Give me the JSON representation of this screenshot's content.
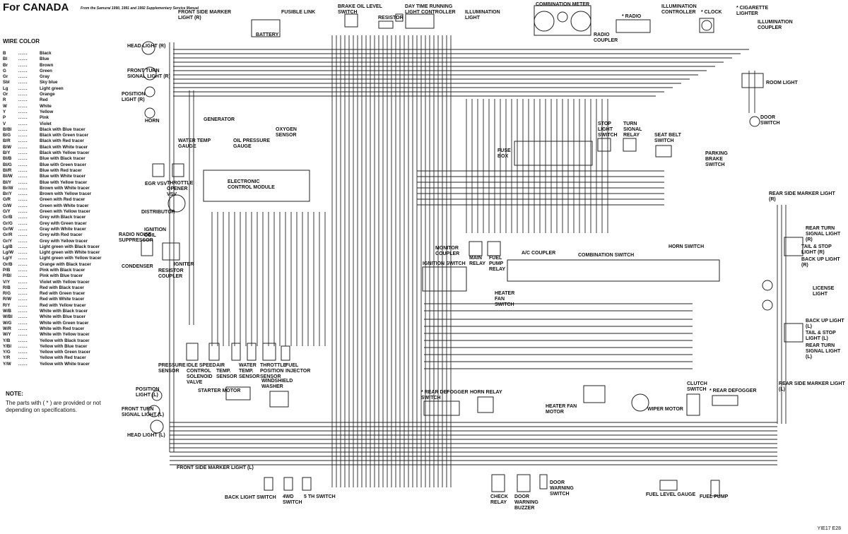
{
  "title": "For CANADA",
  "subtitle": "From the Samurai 1990, 1991 and 1992 Supplementary Service Manual",
  "wire_color": {
    "heading": "WIRE COLOR",
    "rows": [
      {
        "code": "B",
        "name": "Black"
      },
      {
        "code": "Bl",
        "name": "Blue"
      },
      {
        "code": "Br",
        "name": "Brown"
      },
      {
        "code": "G",
        "name": "Green"
      },
      {
        "code": "Gr",
        "name": "Gray"
      },
      {
        "code": "Sbl",
        "name": "Sky blue"
      },
      {
        "code": "Lg",
        "name": "Light green"
      },
      {
        "code": "Or",
        "name": "Orange"
      },
      {
        "code": "R",
        "name": "Red"
      },
      {
        "code": "W",
        "name": "White"
      },
      {
        "code": "Y",
        "name": "Yellow"
      },
      {
        "code": "P",
        "name": "Pink"
      },
      {
        "code": "V",
        "name": "Violet"
      },
      {
        "code": "B/Bl",
        "name": "Black with Blue tracer"
      },
      {
        "code": "B/G",
        "name": "Black with Green tracer"
      },
      {
        "code": "B/R",
        "name": "Black with Red tracer"
      },
      {
        "code": "B/W",
        "name": "Black with White tracer"
      },
      {
        "code": "B/Y",
        "name": "Black with Yellow tracer"
      },
      {
        "code": "Bl/B",
        "name": "Blue with Black tracer"
      },
      {
        "code": "Bl/G",
        "name": "Blue with Green tracer"
      },
      {
        "code": "Bl/R",
        "name": "Blue with Red tracer"
      },
      {
        "code": "Bl/W",
        "name": "Blue with White tracer"
      },
      {
        "code": "Bl/Y",
        "name": "Blue with Yellow tracer"
      },
      {
        "code": "Br/W",
        "name": "Brown with White tracer"
      },
      {
        "code": "Br/Y",
        "name": "Brown with Yellow tracer"
      },
      {
        "code": "G/R",
        "name": "Green with Red tracer"
      },
      {
        "code": "G/W",
        "name": "Green with White tracer"
      },
      {
        "code": "G/Y",
        "name": "Green with Yellow tracer"
      },
      {
        "code": "Gr/B",
        "name": "Grey with Black tracer"
      },
      {
        "code": "Gr/G",
        "name": "Grey with Green tracer"
      },
      {
        "code": "Gr/W",
        "name": "Gray with White tracer"
      },
      {
        "code": "Gr/R",
        "name": "Grey with Red tracer"
      },
      {
        "code": "Gr/Y",
        "name": "Grey with Yellow tracer"
      },
      {
        "code": "Lg/B",
        "name": "Light green with Black tracer"
      },
      {
        "code": "Lg/W",
        "name": "Light green with White tracer"
      },
      {
        "code": "Lg/Y",
        "name": "Light green with Yellow tracer"
      },
      {
        "code": "Or/B",
        "name": "Orange with Black tracer"
      },
      {
        "code": "P/B",
        "name": "Pink with Black tracer"
      },
      {
        "code": "P/Bl",
        "name": "Pink with Blue tracer"
      },
      {
        "code": "V/Y",
        "name": "Violet with Yellow tracer"
      },
      {
        "code": "R/B",
        "name": "Red with Black tracer"
      },
      {
        "code": "R/G",
        "name": "Red with Green tracer"
      },
      {
        "code": "R/W",
        "name": "Red with White tracer"
      },
      {
        "code": "R/Y",
        "name": "Red with Yellow tracer"
      },
      {
        "code": "W/B",
        "name": "White with Black tracer"
      },
      {
        "code": "W/Bl",
        "name": "White with Blue tracer"
      },
      {
        "code": "W/G",
        "name": "White with Green tracer"
      },
      {
        "code": "W/R",
        "name": "White with Red tracer"
      },
      {
        "code": "W/Y",
        "name": "White with Yellow tracer"
      },
      {
        "code": "Y/B",
        "name": "Yellow with Black tracer"
      },
      {
        "code": "Y/Bl",
        "name": "Yellow with Blue tracer"
      },
      {
        "code": "Y/G",
        "name": "Yellow with Green tracer"
      },
      {
        "code": "Y/R",
        "name": "Yellow with Red tracer"
      },
      {
        "code": "Y/W",
        "name": "Yellow with White tracer"
      }
    ]
  },
  "note": {
    "heading": "NOTE:",
    "text": "The parts with ( * ) are provided or not depending on specifications."
  },
  "doc_code": "YIE17 E28",
  "components": {
    "front_side_marker_r": "FRONT SIDE MARKER LIGHT (R)",
    "fusible_link": "FUSIBLE LINK",
    "battery": "BATTERY",
    "brake_oil": "BRAKE OIL LEVEL SWITCH",
    "resistor": "RESISTOR",
    "drl": "DAY TIME RUNNING LIGHT CONTROLLER",
    "illumination_light": "ILLUMINATION LIGHT",
    "combination_meter": "COMBINATION METER",
    "radio": "* RADIO",
    "radio_coupler": "RADIO COUPLER",
    "illumination_controller": "ILLUMINATION CONTROLLER",
    "clock": "* CLOCK",
    "cigarette_lighter": "* CIGARETTE LIGHTER",
    "illumination_coupler": "ILLUMINATION COUPLER",
    "head_light_r": "HEAD LIGHT (R)",
    "front_turn_r": "FRONT TURN SIGNAL LIGHT (R)",
    "position_r": "POSITION LIGHT (R)",
    "room_light": "ROOM LIGHT",
    "door_switch": "DOOR SWITCH",
    "horn": "HORN",
    "generator": "GENERATOR",
    "water_temp_gauge": "WATER TEMP GAUGE",
    "oil_pressure_gauge": "OIL PRESSURE GAUGE",
    "oxygen_sensor": "OXYGEN SENSOR",
    "fuse_box": "FUSE BOX",
    "stop_light_switch": "STOP LIGHT SWITCH",
    "turn_signal_relay": "TURN SIGNAL RELAY",
    "seat_belt_switch": "SEAT BELT SWITCH",
    "parking_brake_switch": "PARKING BRAKE SWITCH",
    "egr_vsv": "EGR VSV",
    "throttle_opener_vsv": "THROTTLE OPENER VSV",
    "ecm": "ELECTRONIC CONTROL MODULE",
    "distributor": "DISTRIBUTOR",
    "ignition_coil": "IGNITION COIL",
    "radio_noise": "RADIO NOISE SUPPRESSOR",
    "condenser": "CONDENSER",
    "igniter": "IGNITER",
    "resistor_coupler": "RESISTOR COUPLER",
    "monitor_coupler": "MONITOR COUPLER",
    "main_relay": "MAIN RELAY",
    "fuel_pump_relay": "FUEL PUMP RELAY",
    "ac_coupler": "A/C COUPLER",
    "combination_switch": "COMBINATION SWITCH",
    "horn_switch": "HORN SWITCH",
    "ignition_switch": "IGNITION SWITCH",
    "heater_fan_switch": "HEATER FAN SWITCH",
    "rear_side_marker_r": "REAR SIDE MARKER LIGHT (R)",
    "rear_turn_r": "REAR TURN SIGNAL LIGHT (R)",
    "tail_stop_r": "TAIL & STOP LIGHT (R)",
    "back_up_r": "BACK UP LIGHT (R)",
    "license_light": "LICENSE LIGHT",
    "back_up_l": "BACK UP LIGHT (L)",
    "tail_stop_l": "TAIL & STOP LIGHT (L)",
    "rear_turn_l": "REAR TURN SIGNAL LIGHT (L)",
    "rear_side_marker_l": "REAR SIDE MARKER LIGHT (L)",
    "pressure_sensor": "PRESSURE SENSOR",
    "isc_valve": "IDLE SPEED CONTROL SOLENOID VALVE",
    "air_temp_sensor": "AIR TEMP. SENSOR",
    "water_temp_sensor": "WATER TEMP. SENSOR",
    "tps": "THROTTLE POSITION SENSOR",
    "fuel_injector": "FUEL INJECTOR",
    "windshield_washer": "WINDSHIELD WASHER",
    "starter_motor": "STARTER MOTOR",
    "rear_defogger_switch": "* REAR DEFOGGER SWITCH",
    "horn_relay": "HORN RELAY",
    "heater_fan_motor": "HEATER FAN MOTOR",
    "wiper_motor": "WIPER MOTOR",
    "clutch_switch": "CLUTCH SWITCH",
    "rear_defogger": "* REAR DEFOGGER",
    "position_l": "POSITION LIGHT (L)",
    "front_turn_l": "FRONT TURN SIGNAL LIGHT (L)",
    "head_light_l": "HEAD LIGHT (L)",
    "front_side_marker_l": "FRONT SIDE MARKER LIGHT (L)",
    "back_light_switch": "BACK LIGHT SWITCH",
    "fourwd_switch": "4WD SWITCH",
    "fifth_switch": "5 TH SWITCH",
    "check_relay": "CHECK RELAY",
    "door_warning_buzzer": "DOOR WARNING BUZZER",
    "door_warning_switch": "DOOR WARNING SWITCH",
    "fuel_level_gauge": "FUEL LEVEL GAUGE",
    "fuel_pump": "FUEL PUMP"
  }
}
